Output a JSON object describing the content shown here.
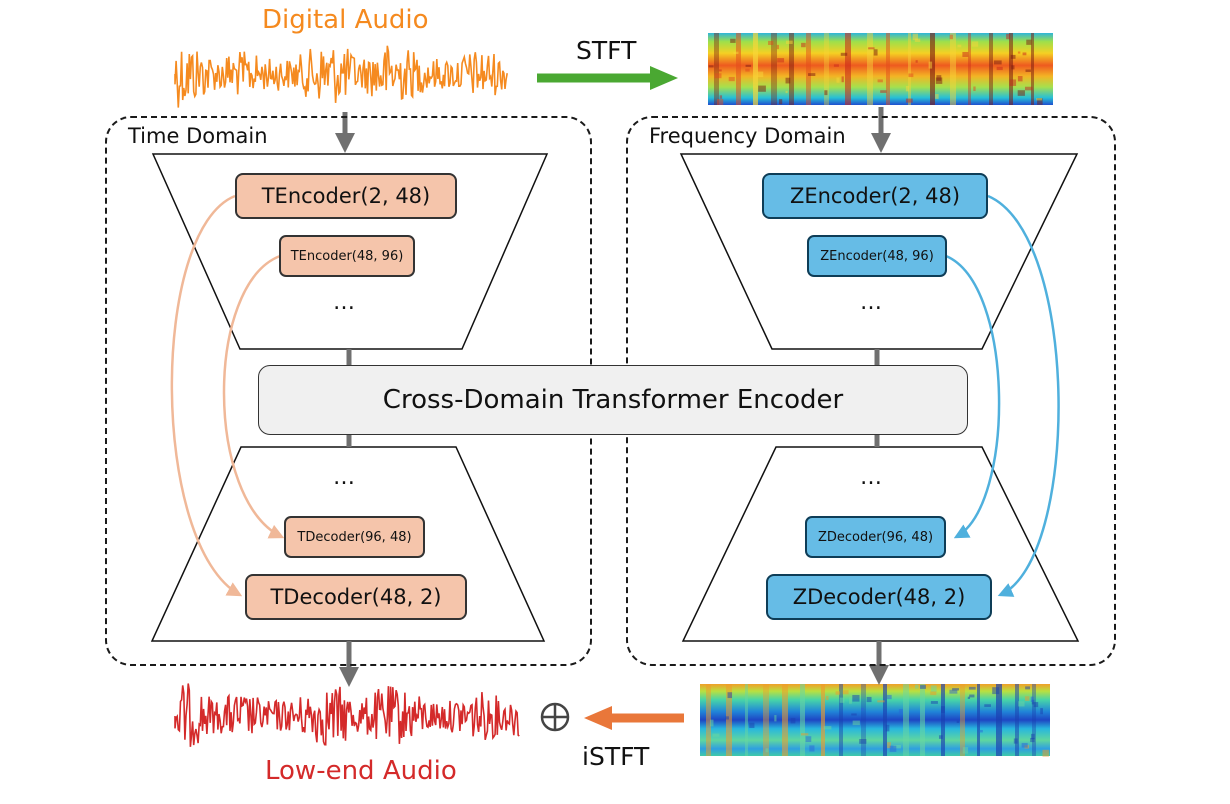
{
  "labels": {
    "digital_audio": "Digital Audio",
    "low_end_audio": "Low-end Audio",
    "stft": "STFT",
    "istft": "iSTFT",
    "oplus": "⊕",
    "ellipsis": "…"
  },
  "time_domain": {
    "title": "Time Domain",
    "encoders": [
      "TEncoder(2, 48)",
      "TEncoder(48, 96)"
    ],
    "decoders": [
      "TDecoder(96, 48)",
      "TDecoder(48, 2)"
    ]
  },
  "frequency_domain": {
    "title": "Frequency Domain",
    "encoders": [
      "ZEncoder(2, 48)",
      "ZEncoder(48, 96)"
    ],
    "decoders": [
      "ZDecoder(96, 48)",
      "ZDecoder(48, 2)"
    ]
  },
  "cross_domain": {
    "label": "Cross-Domain Transformer Encoder"
  },
  "colors": {
    "digital_audio": "#f58a1f",
    "low_end_audio": "#d42a2a",
    "stft_arrow": "#4aa832",
    "istft_arrow": "#e9773a",
    "time_block": "#f5c5ab",
    "time_skip": "#f0b898",
    "freq_block": "#66bce6",
    "freq_skip": "#4fb0dd",
    "flow_arrow": "#707070"
  }
}
